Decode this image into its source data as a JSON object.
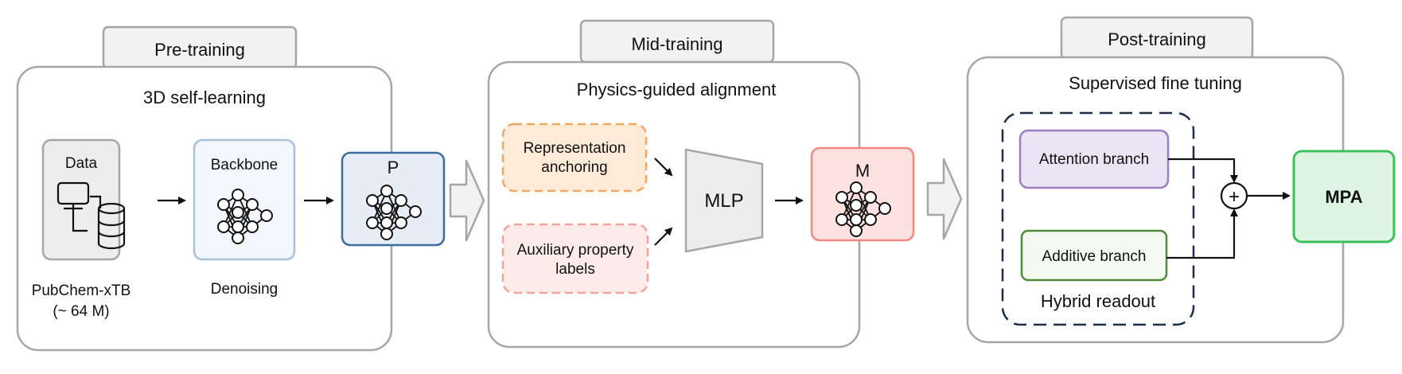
{
  "stages": [
    {
      "tab": "Pre-training",
      "title": "3D self-learning",
      "data_box_label": "Data",
      "backbone_box_label": "Backbone",
      "data_caption_line1": "PubChem-xTB",
      "data_caption_line2": "(~ 64 M)",
      "backbone_caption": "Denoising",
      "output_model_label": "P"
    },
    {
      "tab": "Mid-training",
      "title": "Physics-guided alignment",
      "input1_line1": "Representation",
      "input1_line2": "anchoring",
      "input2_line1": "Auxiliary property",
      "input2_line2": "labels",
      "mlp_label": "MLP",
      "output_model_label": "M"
    },
    {
      "tab": "Post-training",
      "title": "Supervised fine tuning",
      "branch1_label": "Attention branch",
      "branch2_label": "Additive branch",
      "readout_label": "Hybrid readout",
      "sum_symbol": "+",
      "output_label": "MPA"
    }
  ],
  "icons": {
    "data": "database-network-icon",
    "backbone": "neural-network-icon",
    "model_p": "neural-network-icon",
    "model_m": "neural-network-icon",
    "stage_transition": "hollow-arrow-right-icon",
    "sum": "circled-plus-icon"
  },
  "colors": {
    "stage_border": "#a6a6a6",
    "tab_fill": "#f2f2f2",
    "data_fill": "#ededed",
    "backbone_border": "#a9c1da",
    "backbone_fill": "#f3f7fb",
    "model_p_border": "#3f6c9f",
    "model_p_fill": "#e6edf6",
    "anchoring_border": "#f0a860",
    "anchoring_fill": "#fdebd7",
    "auxiliary_border": "#f3a29b",
    "auxiliary_fill": "#fdebea",
    "model_m_border": "#f08a80",
    "model_m_fill": "#fde1df",
    "readout_border": "#1a2e44",
    "attention_border": "#9a7fc1",
    "attention_fill": "#ebe4f4",
    "additive_border": "#4f8a3c",
    "additive_fill": "#f3f9ef",
    "mpa_border": "#3cc05c",
    "mpa_fill": "#ddf5e2"
  }
}
